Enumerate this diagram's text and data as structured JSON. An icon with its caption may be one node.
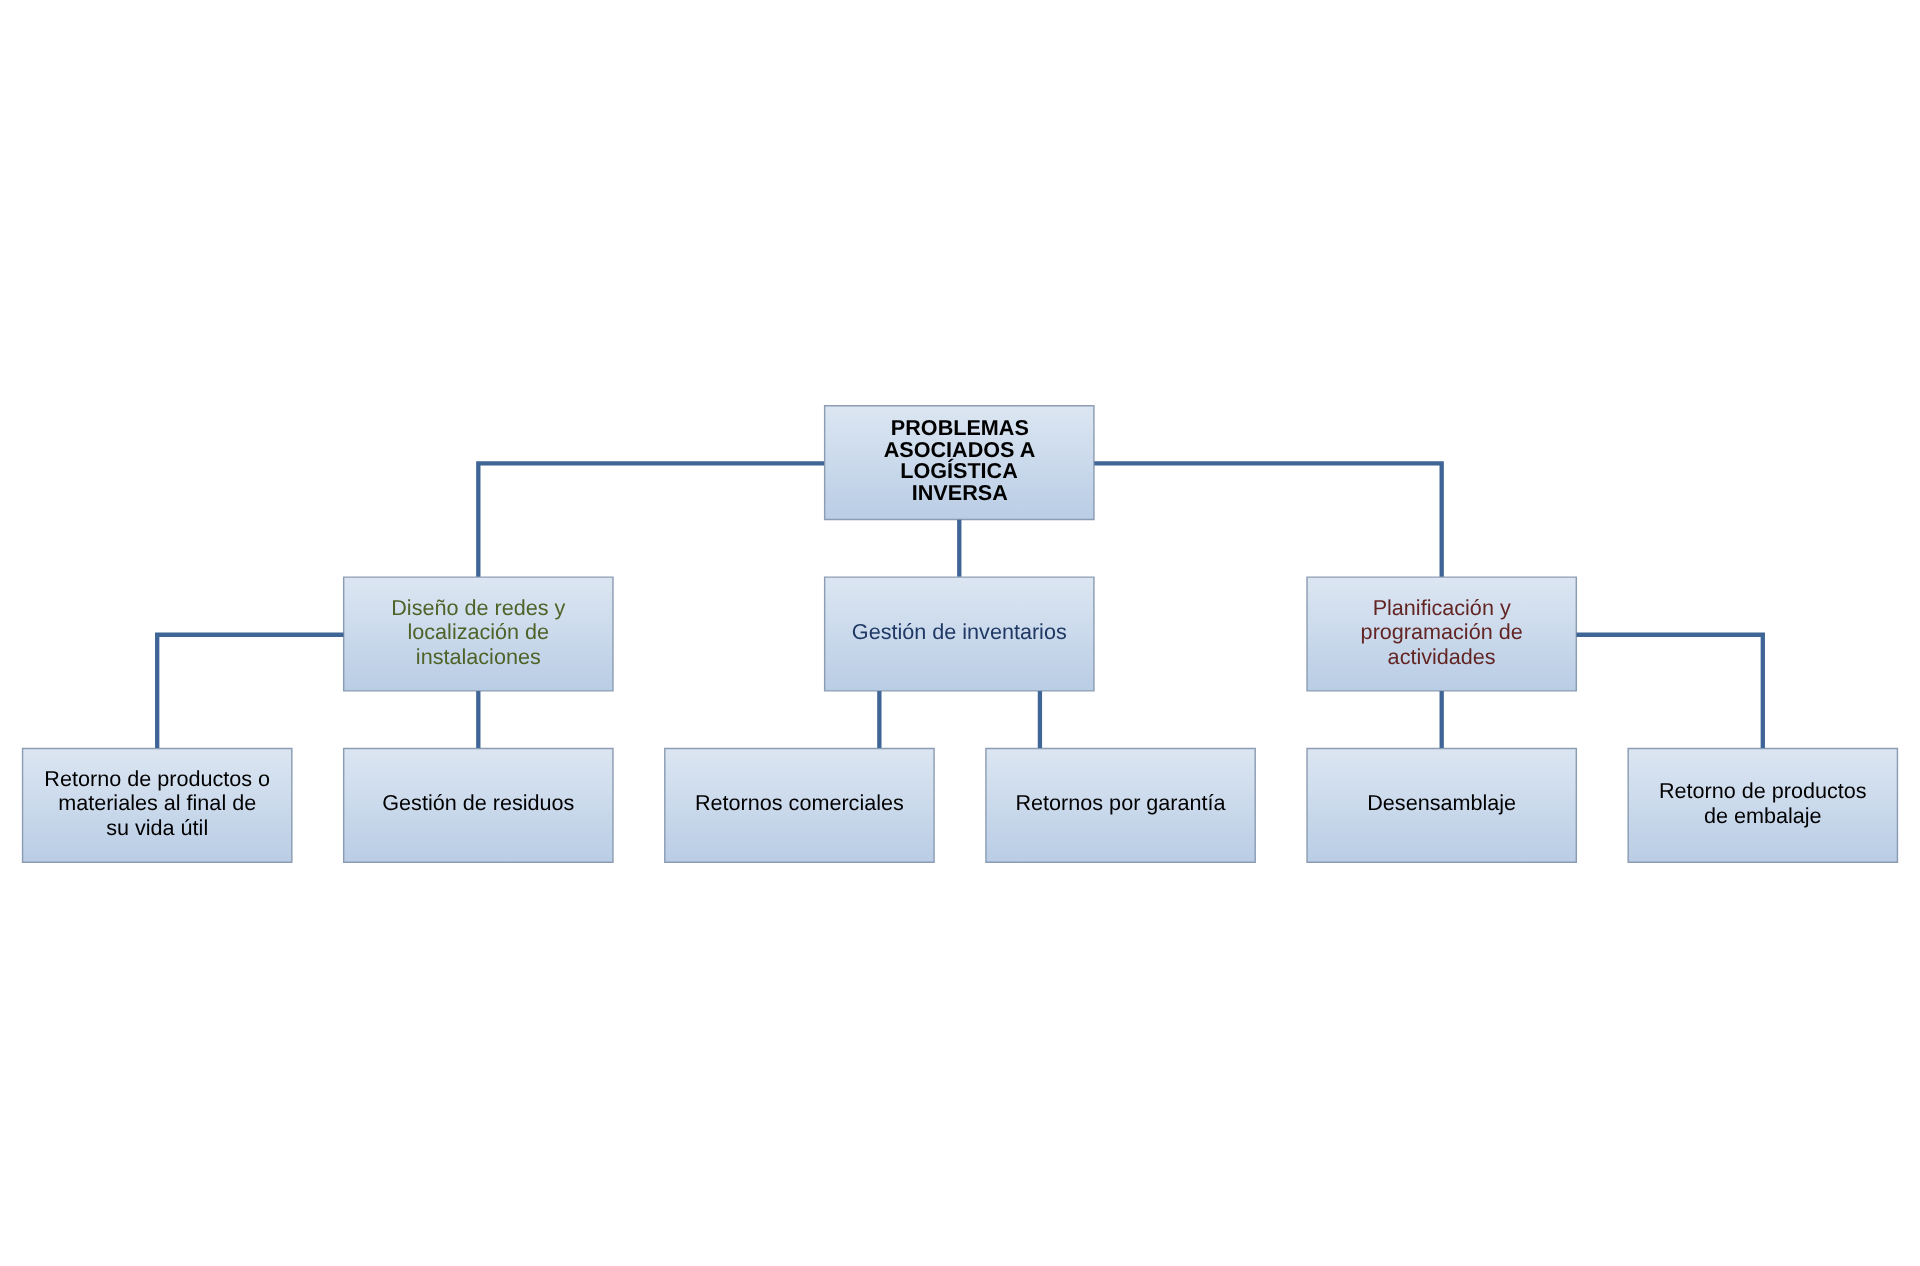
{
  "diagram": {
    "nodes": [
      {
        "text": [
          "PROBLEMAS ASOCIADOS A LOGÍSTICA INVERSA"
        ]
      },
      {
        "text": [
          "Diseño de redes y localización de instalaciones"
        ]
      },
      {
        "text": [
          "Retorno de productos o materiales al final de su vida útil"
        ]
      },
      {
        "text": [
          "Gestión de residuos"
        ]
      },
      {
        "text": [
          "Gestión de inventarios"
        ]
      },
      {
        "text": [
          "Retornos comerciales"
        ]
      },
      {
        "text": [
          "Retornos por garantía"
        ]
      },
      {
        "text": [
          "Planificación y programación de actividades"
        ]
      },
      {
        "text": [
          "Desensamblaje"
        ]
      },
      {
        "text": [
          "Retorno de productos de embalaje"
        ]
      }
    ],
    "edges": [
      {
        "from": 0,
        "to": 1,
        "arrow": "none"
      },
      {
        "from": 0,
        "to": 4,
        "arrow": "none"
      },
      {
        "from": 0,
        "to": 7,
        "arrow": "none"
      },
      {
        "from": 1,
        "to": 2,
        "arrow": "none"
      },
      {
        "from": 1,
        "to": 3,
        "arrow": "none"
      },
      {
        "from": 4,
        "to": 5,
        "arrow": "none"
      },
      {
        "from": 4,
        "to": 6,
        "arrow": "none"
      },
      {
        "from": 7,
        "to": 8,
        "arrow": "none"
      },
      {
        "from": 7,
        "to": 9,
        "arrow": "none"
      }
    ]
  }
}
